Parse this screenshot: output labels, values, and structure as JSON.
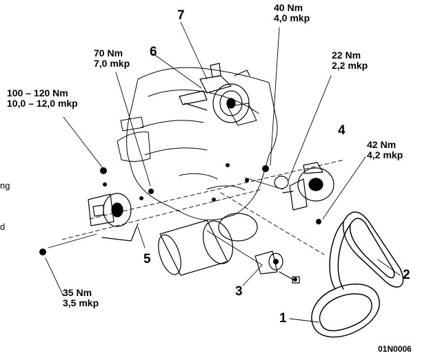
{
  "torques": {
    "t7": "40 Nm\n4,0 mkp",
    "t22": "22 Nm\n2,2 mkp",
    "t70": "70 Nm\n7,0 mkp",
    "t100": "100 – 120 Nm\n10,0 – 12,0 mkp",
    "t42": "42 Nm\n4,2 mkp",
    "t35": "35 Nm\n3,5 mkp"
  },
  "callouts": {
    "c1": "1",
    "c2": "2",
    "c3": "3",
    "c4": "4",
    "c5": "5",
    "c6": "6",
    "c7": "7"
  },
  "edge_fragments": {
    "f1": "ng",
    "f2": "d"
  },
  "figure_code": "01N0006",
  "colors": {
    "ink": "#000000",
    "paper": "#ffffff"
  }
}
